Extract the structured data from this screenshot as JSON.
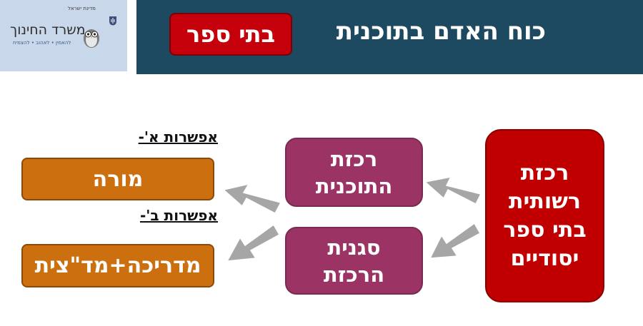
{
  "logo": {
    "top_text": "מדינת ישראל",
    "main_text": "משרד החינוך",
    "sub_text": "להאמין • לאהוב • להצמיח",
    "emblem_icon": "state-emblem-icon",
    "owl_icon": "owl-icon"
  },
  "header": {
    "title": "כוח האדם בתוכנית",
    "badge": "בתי ספר"
  },
  "diagram": {
    "source": "רכזת\nרשותית\nבתי ספר\nיסודיים",
    "middle_top": "רכזת\nהתוכנית",
    "middle_bottom": "סגנית\nהרכזת",
    "option_a_label": "אפשרות א'-",
    "option_a": "מורה",
    "option_b_label": "אפשרות ב'-",
    "option_b": "מדריכה+מד\"צית"
  },
  "colors": {
    "header_bg": "#1d4a60",
    "badge_red": "#c6000a",
    "source_red": "#c00000",
    "middle_purple": "#9b3465",
    "option_orange": "#cc6f0e",
    "arrow_gray": "#a6a6a6",
    "logo_bg": "#c9d7ea"
  }
}
